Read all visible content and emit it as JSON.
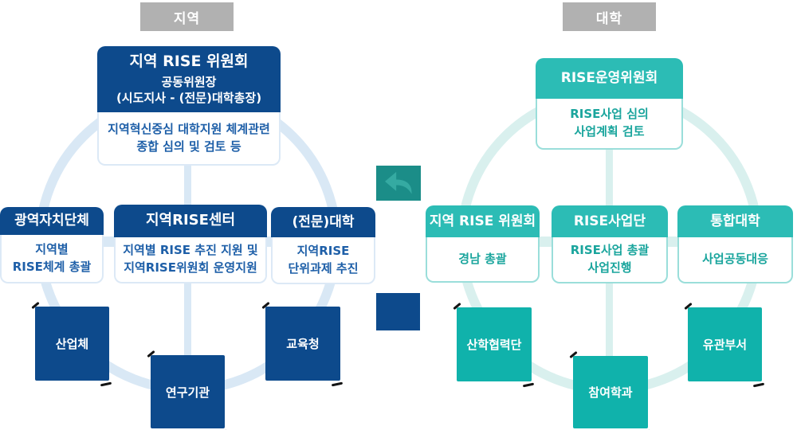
{
  "left_diagram": {
    "tab": "지역",
    "top_box": {
      "title": "지역 RISE 위원회",
      "subtitle1": "공동위원장",
      "subtitle2": "(시도지사 - (전문)대학총장)",
      "body": "지역혁신중심 대학지원 체계관련\n종합 심의 및 검토 등"
    },
    "boxes": [
      {
        "header": "광역자치단체",
        "body": "지역별\nRISE체계 총괄"
      },
      {
        "header": "지역RISE센터",
        "body": "지역별 RISE 추진 지원 및\n지역RISE위원회 운영지원"
      },
      {
        "header": "(전문)대학",
        "body": "지역RISE\n단위과제 추진"
      }
    ],
    "squares": [
      "산업체",
      "연구기관",
      "교육청"
    ]
  },
  "right_diagram": {
    "tab": "대학",
    "top_box": {
      "title": "RISE운영위원회",
      "body": "RISE사업 심의\n사업계획 검토"
    },
    "boxes": [
      {
        "header": "지역 RISE 위원회",
        "body": "경남 총괄"
      },
      {
        "header": "RISE사업단",
        "body": "RISE사업 총괄\n사업진행"
      },
      {
        "header": "통합대학",
        "body": "사업공동대응"
      }
    ],
    "squares": [
      "산학협력단",
      "참여학과",
      "유관부서"
    ]
  },
  "icons": {
    "exchange_arrow": "curved-left-arrow",
    "link_square": "solid-square"
  },
  "colors": {
    "navy": "#0d4a8c",
    "blue_text": "#1e5fa8",
    "ring_blue": "#d9e8f5",
    "teal_header": "#2cbcb5",
    "teal_text": "#1aa59d",
    "teal_square": "#10b2ab",
    "ring_teal": "#d9f0ee",
    "arrow_block": "#1b8d88",
    "gray_label": "#b1b1b1"
  }
}
